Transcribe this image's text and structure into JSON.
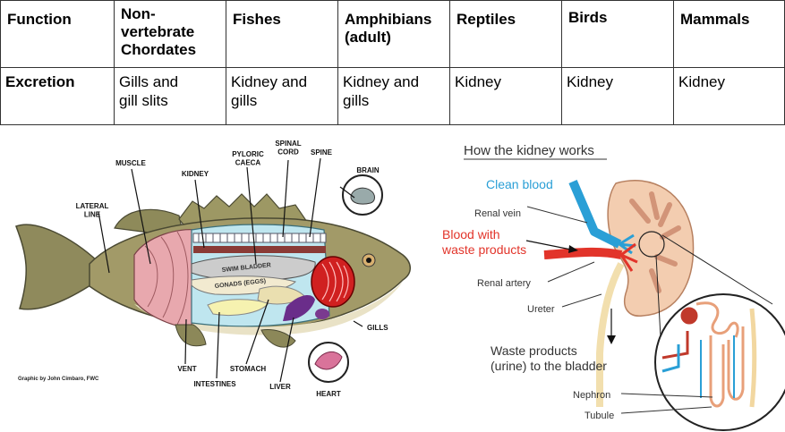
{
  "table": {
    "headers": [
      "Function",
      "Non-\nvertebrate\nChordates",
      "Fishes",
      "Amphibians\n(adult)",
      "Reptiles",
      "Birds",
      "Mammals"
    ],
    "rows": [
      [
        "Excretion",
        "Gills and\ngill slits",
        "Kidney and\ngills",
        "Kidney and\ngills",
        "Kidney",
        "Kidney",
        "Kidney"
      ]
    ]
  },
  "fish_diagram": {
    "labels": {
      "lateral_line": "LATERAL\nLINE",
      "muscle": "MUSCLE",
      "kidney": "KIDNEY",
      "pyloric_caeca": "PYLORIC\nCAECA",
      "spinal_cord": "SPINAL\nCORD",
      "spine": "SPINE",
      "brain": "BRAIN",
      "swim_bladder": "SWIM BLADDER",
      "gonads": "GONADS (EGGS)",
      "gills": "GILLS",
      "vent": "VENT",
      "intestines": "INTESTINES",
      "stomach": "STOMACH",
      "liver": "LIVER",
      "heart": "HEART"
    },
    "credit": "Graphic by John Cimbaro, FWC"
  },
  "kidney_diagram": {
    "title": "How the kidney works",
    "labels": {
      "clean_blood": "Clean blood",
      "renal_vein": "Renal vein",
      "blood_with_waste": "Blood with\nwaste products",
      "renal_artery": "Renal artery",
      "ureter": "Ureter",
      "waste_products": "Waste products\n(urine) to the bladder",
      "nephron": "Nephron",
      "tubule": "Tubule"
    },
    "colors": {
      "clean": "#2a9fd6",
      "waste": "#e2342a",
      "label_dark": "#333333"
    }
  }
}
